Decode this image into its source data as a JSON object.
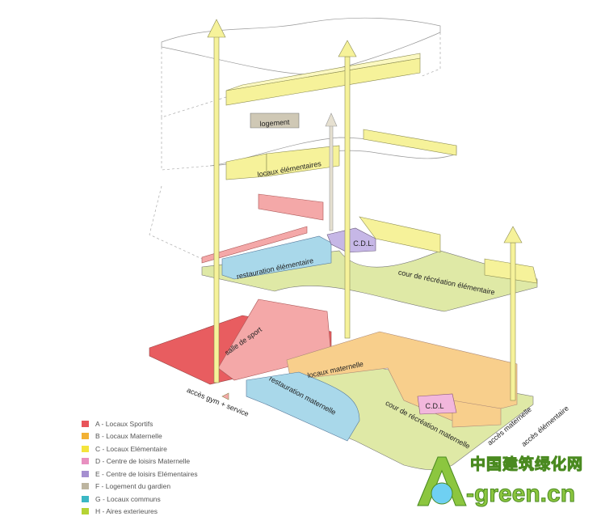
{
  "labels": {
    "logement": "logement",
    "locaux_elementaires": "locaux élémentaires",
    "restauration_elementaire": "restauration élémentaire",
    "cdl_top": "C.D.L.",
    "cour_elementaire": "cour de récréation élémentaire",
    "salle_de_sport": "salle de sport",
    "locaux_maternelle": "locaux maternelle",
    "restauration_maternelle": "restauration maternelle",
    "cdl_bottom": "C.D.L",
    "cour_maternelle": "cour de récréation maternelle",
    "acces_gym": "accès gym + service",
    "acces_maternelle": "accès maternelle",
    "acces_elementaire": "accès élémentaire"
  },
  "legend": [
    {
      "label": "A - Locaux Sportifs",
      "color": "#e8545a"
    },
    {
      "label": "B - Locaux Maternelle",
      "color": "#f2b134"
    },
    {
      "label": "C - Locaux Elémentaire",
      "color": "#f4e43c"
    },
    {
      "label": "D - Centre de loisirs Maternelle",
      "color": "#e890c0"
    },
    {
      "label": "E - Centre de loisirs Elémentaires",
      "color": "#a58fd0"
    },
    {
      "label": "F - Logement du gardien",
      "color": "#bdb5a0"
    },
    {
      "label": "G - Locaux communs",
      "color": "#3bb7c4"
    },
    {
      "label": "H - Aires exterieures",
      "color": "#b5d334"
    }
  ],
  "watermark": {
    "chinese": "中国建筑绿化网",
    "domain": "-green.cn"
  }
}
